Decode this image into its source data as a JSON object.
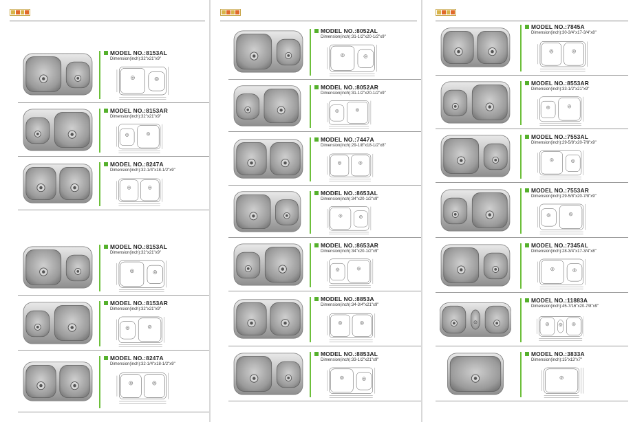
{
  "pages": [
    {
      "entries": [
        {
          "model": "MODEL NO.:8153AL",
          "dimension": "Dimension(inch):32\"x21\"x9\""
        },
        {
          "model": "MODEL NO.:8153AR",
          "dimension": "Dimension(inch):32\"x21\"x9\""
        },
        {
          "model": "MODEL NO.:8247A",
          "dimension": "Dimension(inch):32-1/4\"x18-1/2\"x9\""
        },
        {
          "model": "MODEL NO.:8153AL",
          "dimension": "Dimension(inch):32\"x21\"x9\""
        },
        {
          "model": "MODEL NO.:8153AR",
          "dimension": "Dimension(inch):32\"x21\"x9\""
        },
        {
          "model": "MODEL NO.:8247A",
          "dimension": "Dimension(inch):32-1/4\"x18-1/2\"x9\""
        }
      ]
    },
    {
      "entries": [
        {
          "model": "MODEL NO.:8052AL",
          "dimension": "Dimension(inch):31-1/2\"x20-1/2\"x9\""
        },
        {
          "model": "MODEL NO.:8052AR",
          "dimension": "Dimension(inch):31-1/2\"x20-1/2\"x9\""
        },
        {
          "model": "MODEL NO.:7447A",
          "dimension": "Dimension(inch):29-1/8\"x18-1/2\"x8\""
        },
        {
          "model": "MODEL NO.:8653AL",
          "dimension": "Dimension(inch):34\"x20-1/2\"x9\""
        },
        {
          "model": "MODEL NO.:8653AR",
          "dimension": "Dimension(inch):34\"x20-1/2\"x9\""
        },
        {
          "model": "MODEL NO.:8853A",
          "dimension": "Dimension(inch):34-3/4\"x21\"x9\""
        },
        {
          "model": "MODEL NO.:8853AL",
          "dimension": "Dimension(inch):33-1/2\"x21\"x9\""
        }
      ]
    },
    {
      "entries": [
        {
          "model": "MODEL NO.:7845A",
          "dimension": "Dimension(inch):30-3/4\"x17-3/4\"x8\""
        },
        {
          "model": "MODEL NO.:8553AR",
          "dimension": "Dimension(inch):33-1/2\"x21\"x9\""
        },
        {
          "model": "MODEL NO.:7553AL",
          "dimension": "Dimension(inch):29-5/8\"x20-7/8\"x9\""
        },
        {
          "model": "MODEL NO.:7553AR",
          "dimension": "Dimension(inch):29-5/8\"x20-7/8\"x9\""
        },
        {
          "model": "MODEL NO.:7345AL",
          "dimension": "Dimension(inch):28-3/4\"x17-3/4\"x8\""
        },
        {
          "model": "MODEL NO.:11883A",
          "dimension": "Dimension(inch):45-7/16\"x20-7/8\"x9\""
        },
        {
          "model": "MODEL NO.:3833A",
          "dimension": "Dimension(inch):15\"x13\"x7\""
        }
      ]
    }
  ]
}
